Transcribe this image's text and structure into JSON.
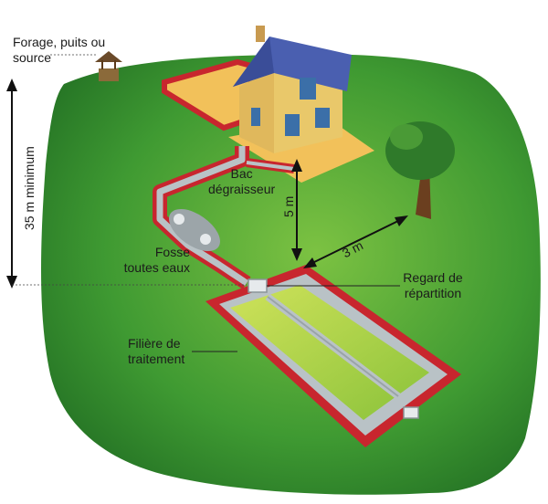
{
  "labels": {
    "water_source": [
      "Forage, puits ou",
      "source"
    ],
    "min_distance": "35 m minimum",
    "grease_trap": [
      "Bac",
      "dégraisseur"
    ],
    "house_distance": "5 m",
    "tree_distance": "3 m",
    "septic_tank": [
      "Fosse",
      "toutes eaux"
    ],
    "distribution_box": [
      "Regard de",
      "répartition"
    ],
    "treatment_field": [
      "Filière de",
      "traitement"
    ]
  },
  "colors": {
    "lawn": "#2f8a2a",
    "lawn_light": "#6fbd3c",
    "trench_red": "#c8262e",
    "pipe_gray": "#b9c2c6",
    "bed_green": "#b6d84a",
    "roof_blue": "#4a5fb0",
    "wall_yellow": "#e9c86a",
    "terrace": "#f2c15a"
  }
}
